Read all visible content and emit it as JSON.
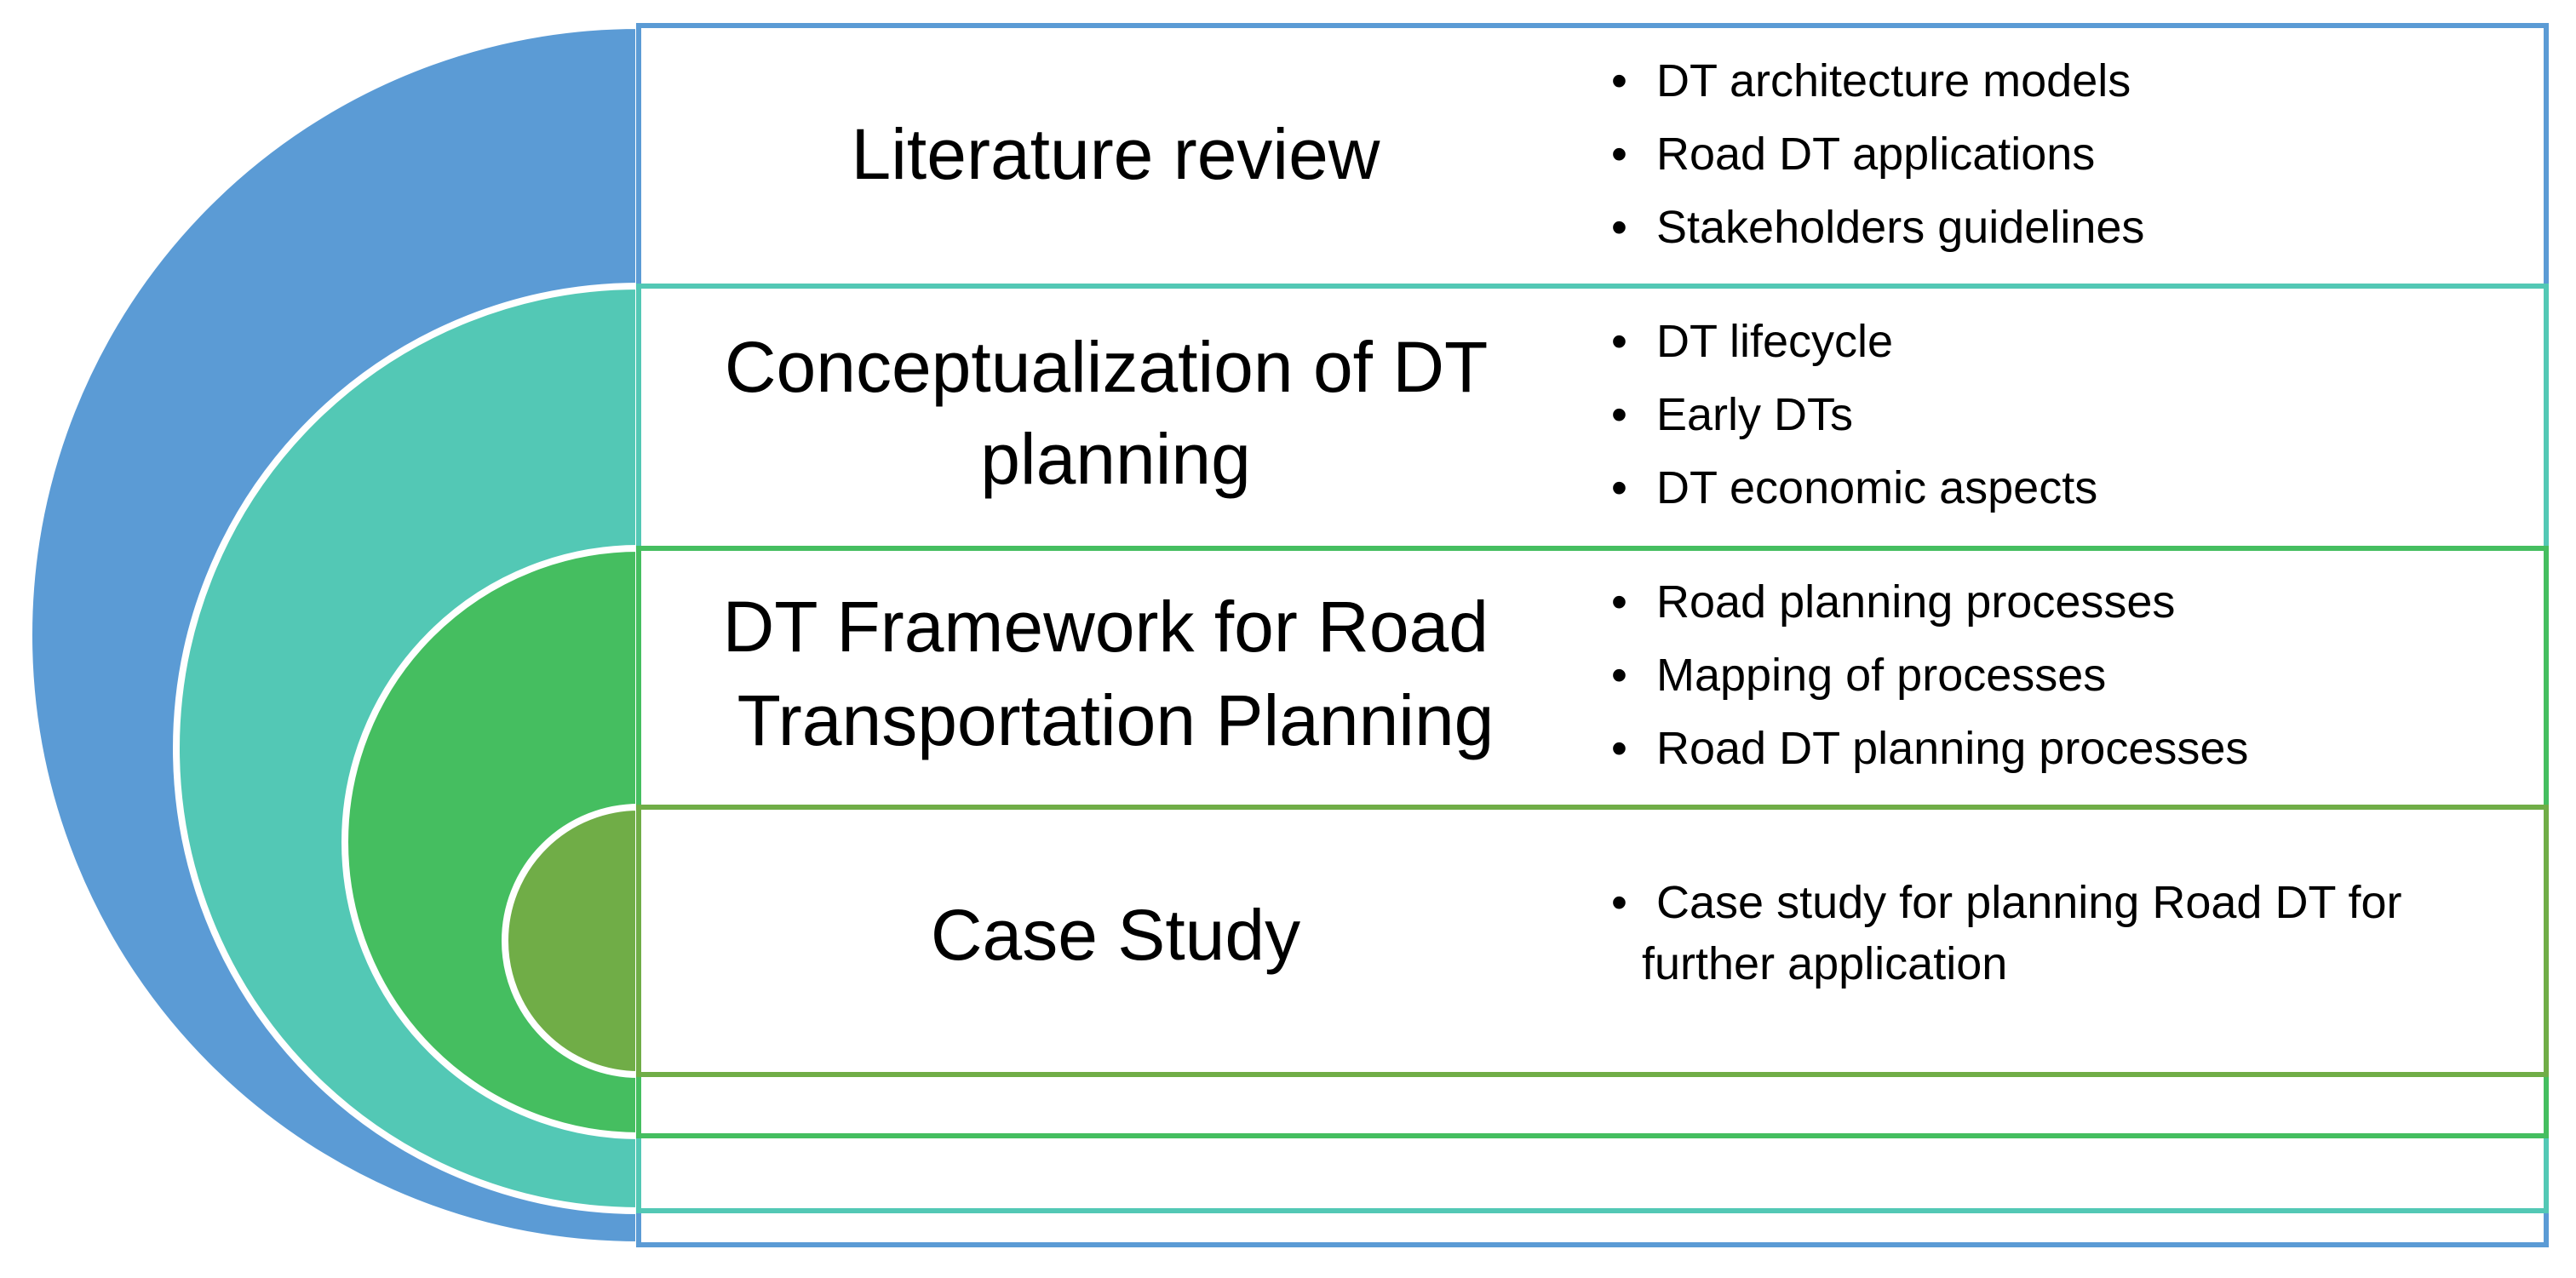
{
  "colors": {
    "level1": "#5B9BD5",
    "level2": "#53C8B5",
    "level3": "#45BE60",
    "level4": "#70AD47",
    "background": "#FFFFFF",
    "text": "#000000"
  },
  "stages": [
    {
      "title_lines": [
        "Literature review"
      ],
      "bullets": [
        [
          "DT architecture models"
        ],
        [
          "Road DT applications"
        ],
        [
          "Stakeholders guidelines"
        ]
      ]
    },
    {
      "title_lines": [
        "Conceptualization of DT",
        "planning"
      ],
      "bullets": [
        [
          "DT lifecycle"
        ],
        [
          "Early DTs"
        ],
        [
          "DT economic aspects"
        ]
      ]
    },
    {
      "title_lines": [
        "DT Framework for Road",
        "Transportation Planning"
      ],
      "bullets": [
        [
          "Road planning processes"
        ],
        [
          "Mapping of processes"
        ],
        [
          "Road DT planning processes"
        ]
      ]
    },
    {
      "title_lines": [
        "Case Study"
      ],
      "bullets": [
        [
          "Case study for planning Road DT for",
          "further application"
        ]
      ]
    }
  ]
}
